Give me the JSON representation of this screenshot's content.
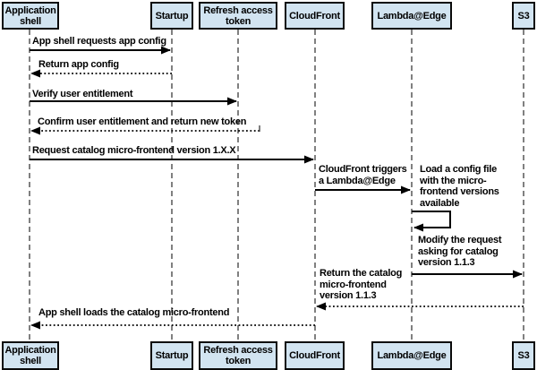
{
  "diagram": {
    "kind": "sequence-diagram",
    "colors": {
      "actor_fill": "#d2e4f1",
      "actor_border": "#0a0a0a",
      "message_line": "#000000",
      "lifeline": "#4a4a4a",
      "background": "#ffffff"
    },
    "actors": [
      {
        "id": "application-shell",
        "label": "Application shell"
      },
      {
        "id": "startup",
        "label": "Startup"
      },
      {
        "id": "refresh-access-token",
        "label": "Refresh access token"
      },
      {
        "id": "cloudfront",
        "label": "CloudFront"
      },
      {
        "id": "lambda-edge",
        "label": "Lambda@Edge"
      },
      {
        "id": "s3",
        "label": "S3"
      }
    ],
    "messages": [
      {
        "from": "application-shell",
        "to": "startup",
        "style": "solid",
        "label": "App shell requests app config"
      },
      {
        "from": "startup",
        "to": "application-shell",
        "style": "dotted",
        "label": "Return app config"
      },
      {
        "from": "application-shell",
        "to": "refresh-access-token",
        "style": "solid",
        "label": "Verify user entitlement"
      },
      {
        "from": "refresh-access-token",
        "to": "application-shell",
        "style": "dotted",
        "label": "Confirm user entitlement and return new token"
      },
      {
        "from": "application-shell",
        "to": "cloudfront",
        "style": "solid",
        "label": "Request catalog micro-frontend version 1.X.X"
      },
      {
        "from": "cloudfront",
        "to": "lambda-edge",
        "style": "solid",
        "label": "CloudFront triggers a Lambda@Edge"
      },
      {
        "from": "lambda-edge",
        "to": "lambda-edge",
        "style": "self",
        "label": "Load a config file with the micro-frontend versions available"
      },
      {
        "from": "lambda-edge",
        "to": "s3",
        "style": "solid",
        "label": "Modify the request asking for catalog version 1.1.3"
      },
      {
        "from": "s3",
        "to": "cloudfront",
        "style": "dotted",
        "label": "Return the catalog micro-frontend version 1.1.3"
      },
      {
        "from": "cloudfront",
        "to": "application-shell",
        "style": "dotted",
        "label": "App shell loads the catalog micro-frontend"
      }
    ]
  }
}
